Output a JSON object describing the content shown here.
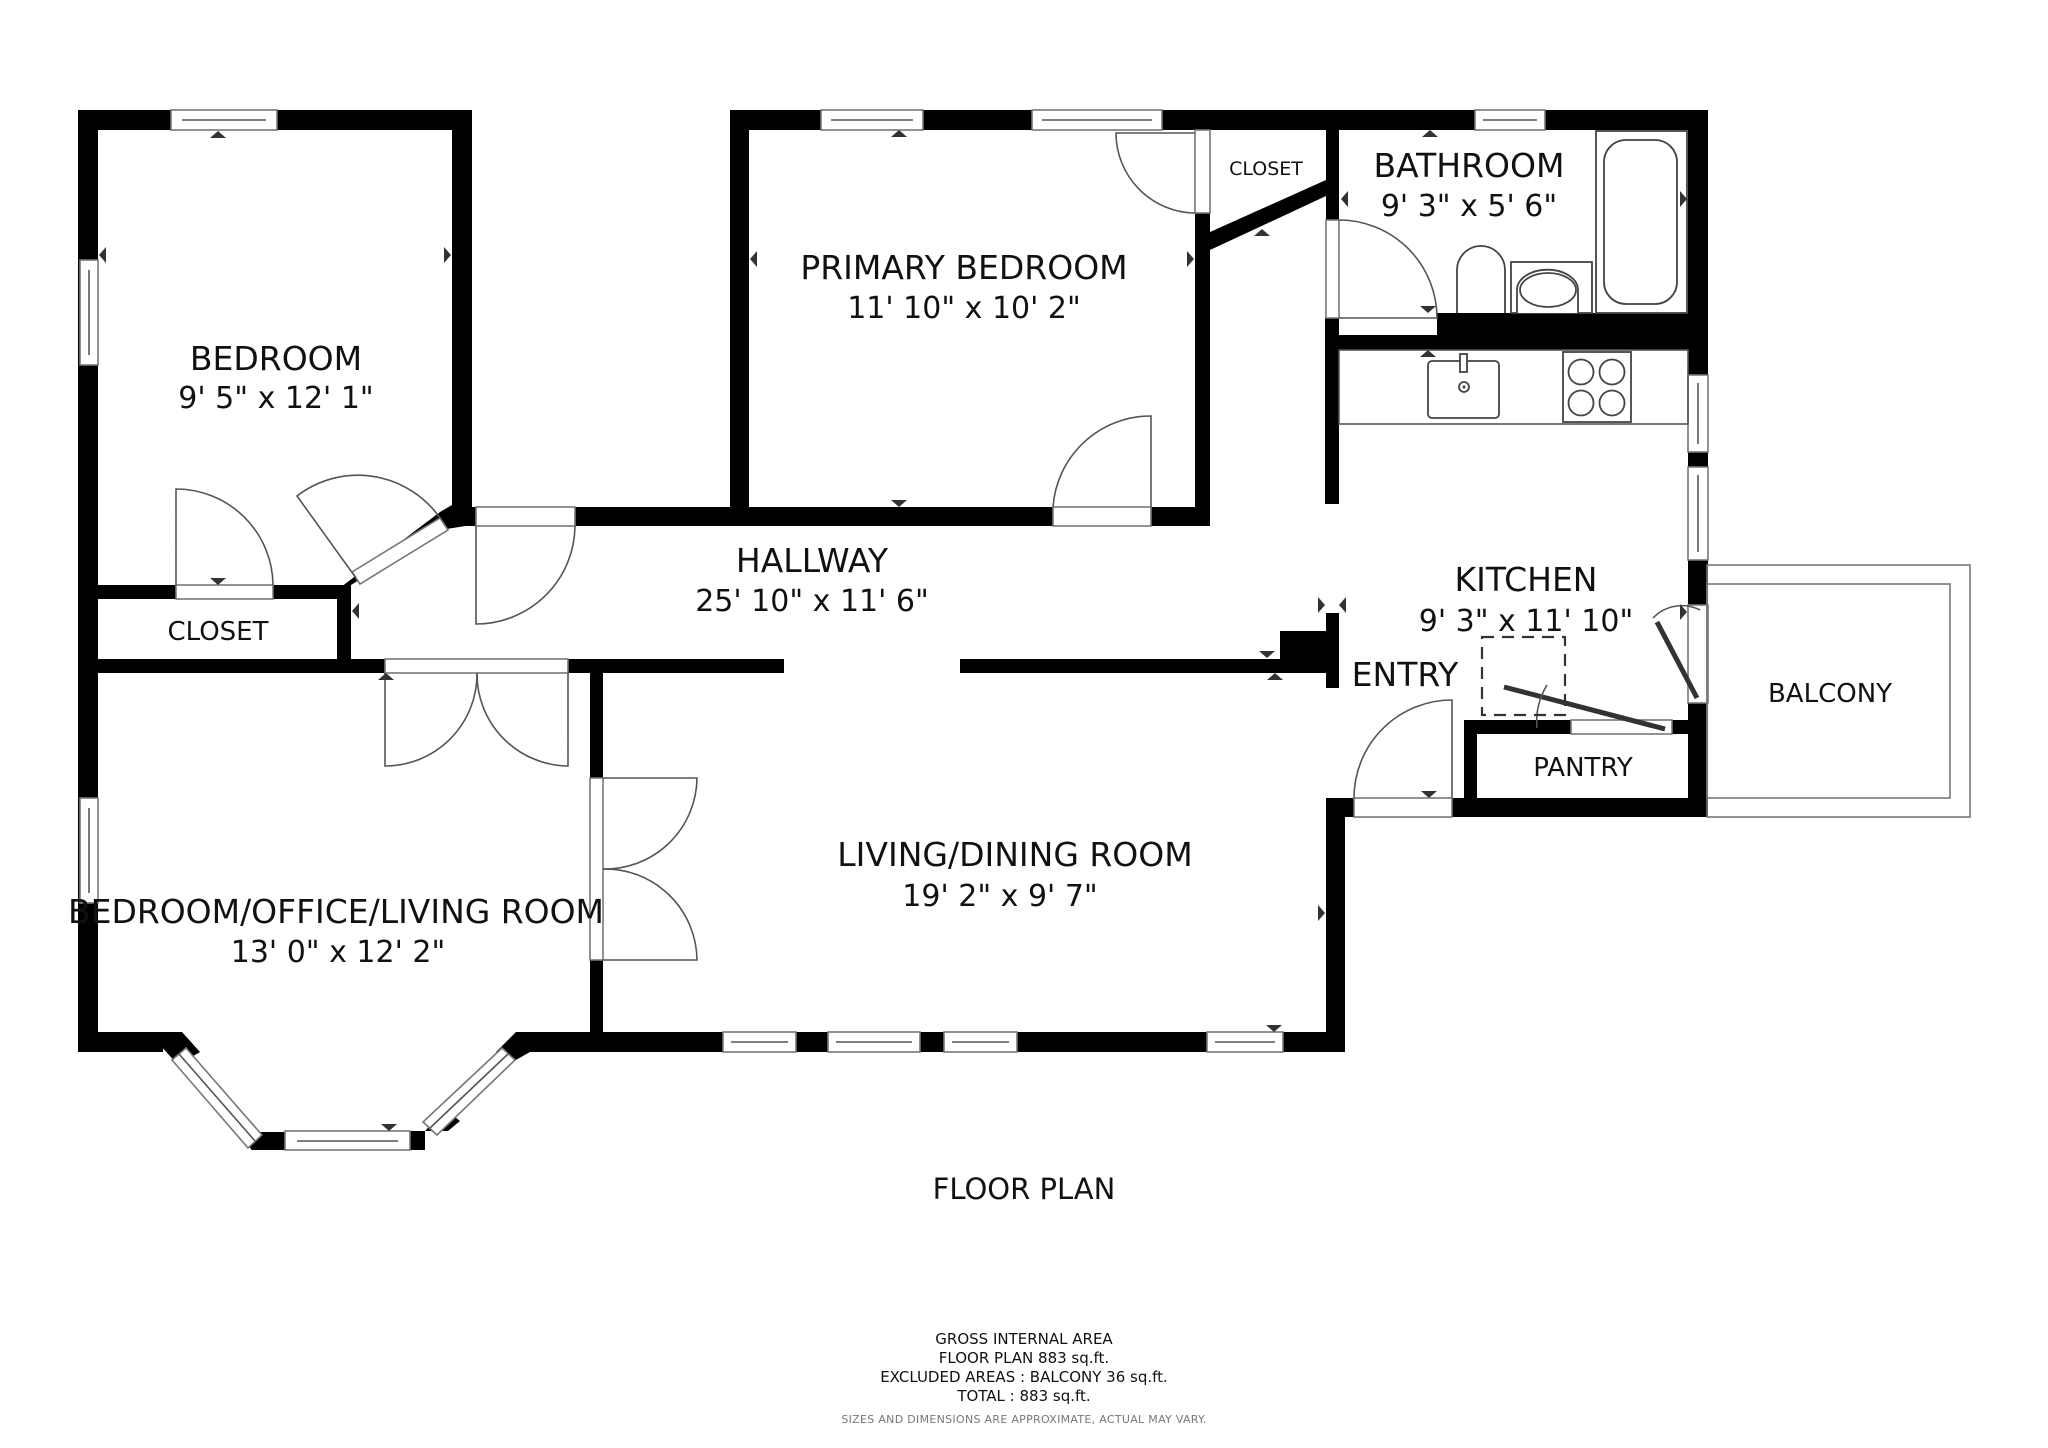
{
  "rooms": {
    "bedroom": {
      "name": "BEDROOM",
      "dims": "9' 5\" x 12' 1\""
    },
    "closet_left": {
      "name": "CLOSET"
    },
    "primary_bedroom": {
      "name": "PRIMARY BEDROOM",
      "dims": "11' 10\" x 10' 2\""
    },
    "closet_primary": {
      "name": "CLOSET"
    },
    "bathroom": {
      "name": "BATHROOM",
      "dims": "9' 3\" x 5' 6\""
    },
    "hallway": {
      "name": "HALLWAY",
      "dims": "25' 10\" x 11' 6\""
    },
    "kitchen": {
      "name": "KITCHEN",
      "dims": "9' 3\" x 11' 10\""
    },
    "entry": {
      "name": "ENTRY"
    },
    "pantry": {
      "name": "PANTRY"
    },
    "balcony": {
      "name": "BALCONY"
    },
    "office": {
      "name": "BEDROOM/OFFICE/LIVING ROOM",
      "dims": "13' 0\" x 12' 2\""
    },
    "living_dining": {
      "name": "LIVING/DINING ROOM",
      "dims": "19' 2\" x 9' 7\""
    }
  },
  "footer": {
    "title": "FLOOR PLAN",
    "area": {
      "heading": "GROSS INTERNAL AREA",
      "floor_plan": "FLOOR PLAN 883 sq.ft.",
      "excluded": "EXCLUDED AREAS :  BALCONY 36 sq.ft.",
      "total": "TOTAL :  883 sq.ft."
    },
    "disclaimer": "SIZES AND DIMENSIONS ARE APPROXIMATE, ACTUAL MAY VARY."
  },
  "colors": {
    "wall": "#000000",
    "background": "#ffffff",
    "fixture_line": "#444444",
    "marker": "#333333"
  }
}
